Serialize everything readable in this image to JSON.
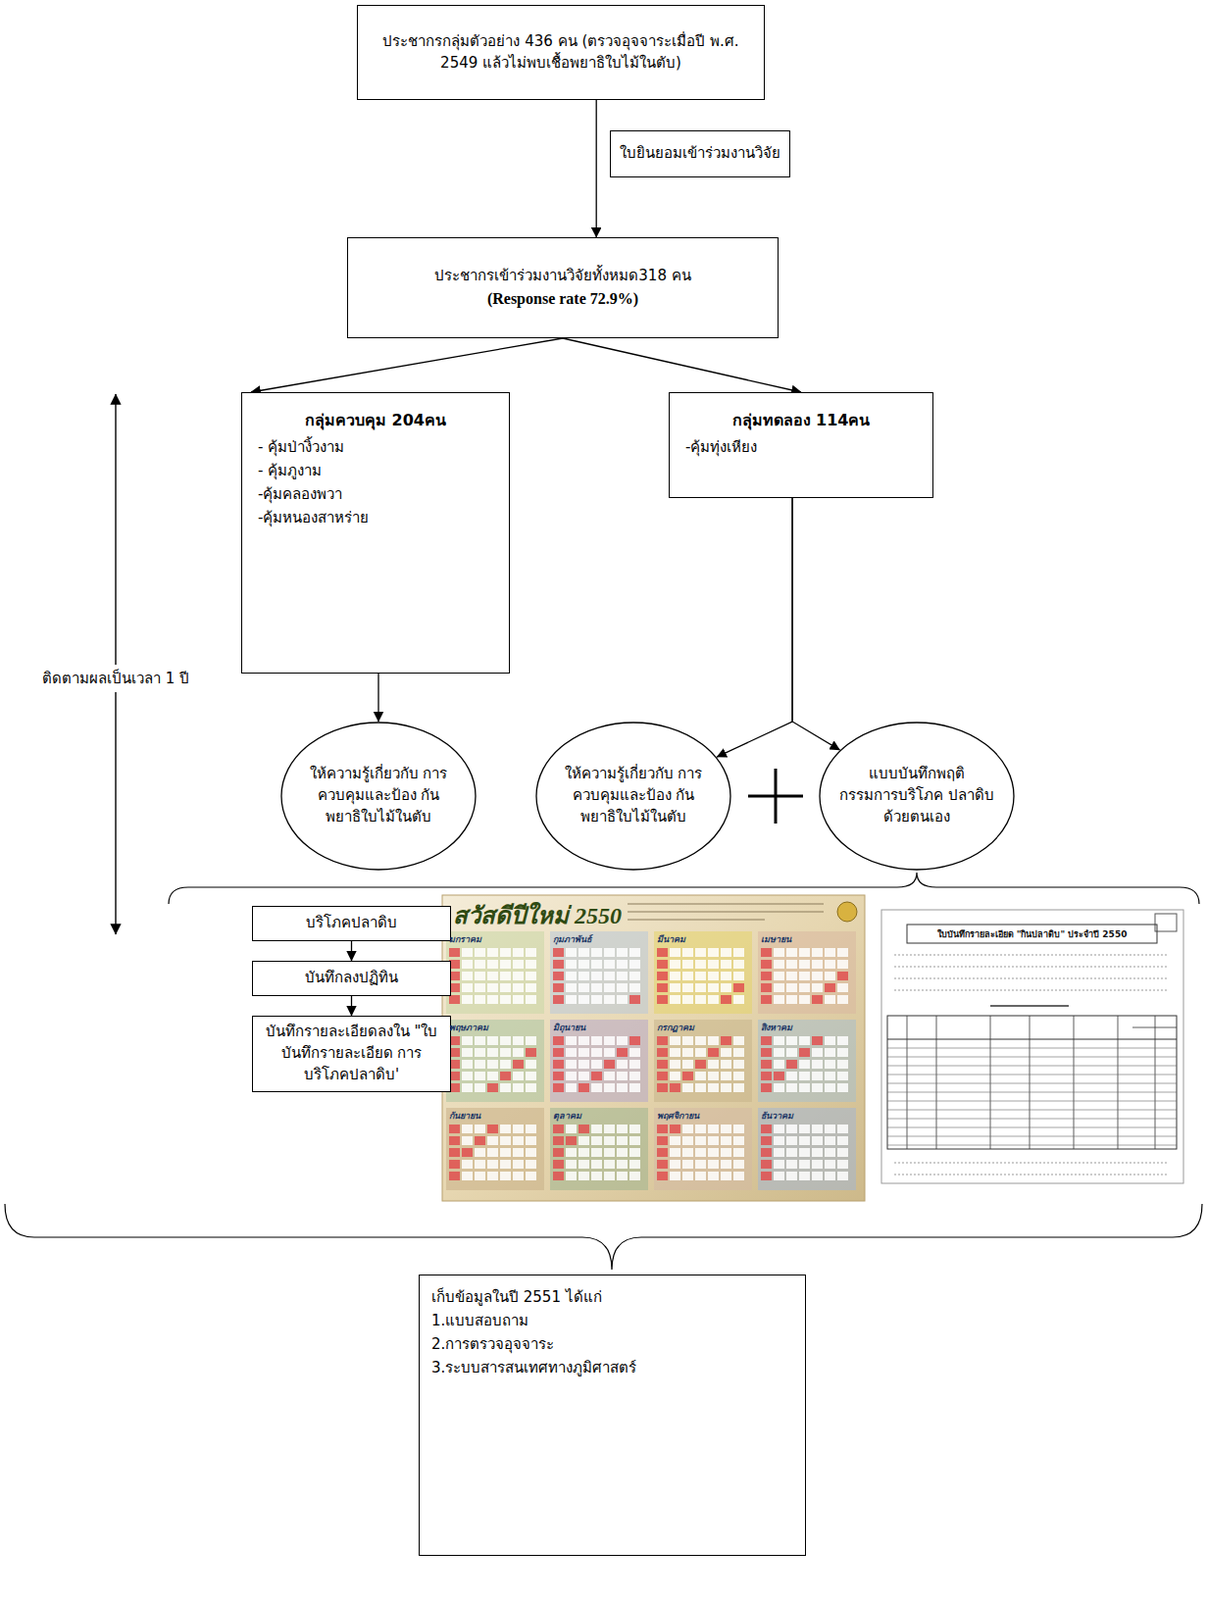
{
  "diagram": {
    "nodes": [
      {
        "text": [
          "ประชากรกลุ่มตัวอย่าง 436 คน (ตรวจอุจจาระเมื่อปี พ.ศ. 2549 แล้วไม่พบเชื้อพยาธิใบไม้ในตับ)"
        ]
      },
      {
        "text": [
          "ใบยินยอมเข้าร่วมงานวิจัย"
        ]
      },
      {
        "text": [
          "ประชากรเข้าร่วมงานวิจัยทั้งหมด318 คน",
          "(Response rate 72.9%)"
        ]
      },
      {
        "text": [
          "กลุ่มควบคุม 204คน",
          "- คุ้มป่างิ้วงาม",
          "- คุ้มภูงาม",
          "-คุ้มคลองพวา",
          "-คุ้มหนองสาหร่าย"
        ]
      },
      {
        "text": [
          "กลุ่มทดลอง 114คน",
          "-คุ้มทุ่งเหียง"
        ]
      },
      {
        "text": [
          "ให้ความรู้เกี่ยวกับ การควบคุมและป้อง กันพยาธิใบไม้ในตับ"
        ]
      },
      {
        "text": [
          "ให้ความรู้เกี่ยวกับ การควบคุมและป้อง กันพยาธิใบไม้ในตับ"
        ]
      },
      {
        "text": [
          "แบบบันทึกพฤติ กรรมการบริโภค ปลาดิบด้วยตนเอง"
        ]
      },
      {
        "text": [
          "บริโภคปลาดิบ"
        ]
      },
      {
        "text": [
          "บันทึกลงปฏิทิน"
        ]
      },
      {
        "text": [
          "บันทึกรายละเอียดลงใน \"ใบ บันทึกรายละเอียด การ บริโภคปลาดิบ'"
        ]
      },
      {
        "text": [
          "เก็บข้อมูลในปี 2551 ได้แก่",
          "1.แบบสอบถาม",
          "2.การตรวจอุจจาระ",
          "3.ระบบสารสนเทศทางภูมิศาสตร์"
        ]
      }
    ],
    "edges": [
      {
        "from": 0,
        "to": 2,
        "arrow": "to"
      },
      {
        "from": 2,
        "to": 3,
        "arrow": "to"
      },
      {
        "from": 2,
        "to": 4,
        "arrow": "to"
      },
      {
        "from": 3,
        "to": 5,
        "arrow": "to"
      },
      {
        "from": 4,
        "to": 6,
        "arrow": "to"
      },
      {
        "from": 4,
        "to": 7,
        "arrow": "to"
      },
      {
        "from": 8,
        "to": 9,
        "arrow": "to"
      },
      {
        "from": 9,
        "to": 10,
        "arrow": "to"
      }
    ],
    "labels": [
      "ติดตามผลเป็นเวลา 1 ปี",
      "สวัสดีปีใหม่ 2550",
      "มกราคม",
      "กุมภาพันธ์",
      "มีนาคม",
      "เมษายน",
      "พฤษภาคม",
      "มิถุนายน",
      "กรกฎาคม",
      "สิงหาคม",
      "กันยายน",
      "ตุลาคม",
      "พฤศจิกายน",
      "ธันวาคม",
      "ใบบันทึกรายละเอียด \"กินปลาดิบ\" ประจำปี 2550"
    ]
  }
}
